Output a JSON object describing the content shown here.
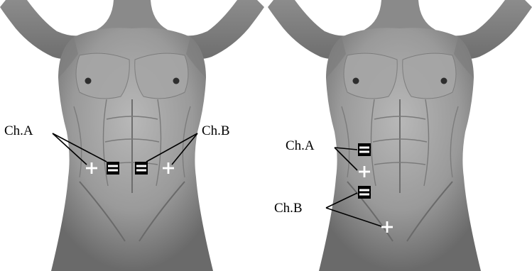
{
  "panels": [
    {
      "name": "left",
      "labels": {
        "a": "Ch.A",
        "b": "Ch.B"
      },
      "electrodes": [
        {
          "channel": "A",
          "polarity": "positive",
          "symbol": "+"
        },
        {
          "channel": "A",
          "polarity": "negative",
          "symbol": "−"
        },
        {
          "channel": "B",
          "polarity": "negative",
          "symbol": "−"
        },
        {
          "channel": "B",
          "polarity": "positive",
          "symbol": "+"
        }
      ]
    },
    {
      "name": "right",
      "labels": {
        "a": "Ch.A",
        "b": "Ch.B"
      },
      "electrodes": [
        {
          "channel": "A",
          "polarity": "negative",
          "symbol": "−"
        },
        {
          "channel": "A",
          "polarity": "positive",
          "symbol": "+"
        },
        {
          "channel": "B",
          "polarity": "negative",
          "symbol": "−"
        },
        {
          "channel": "B",
          "polarity": "positive",
          "symbol": "+"
        }
      ]
    }
  ],
  "colors": {
    "skin_light": "#b4b4b4",
    "skin_mid": "#8e8e8e",
    "skin_dark": "#5c5c5c",
    "negative_marker": "#000000",
    "positive_marker": "#ffffff",
    "background": "#ffffff"
  }
}
